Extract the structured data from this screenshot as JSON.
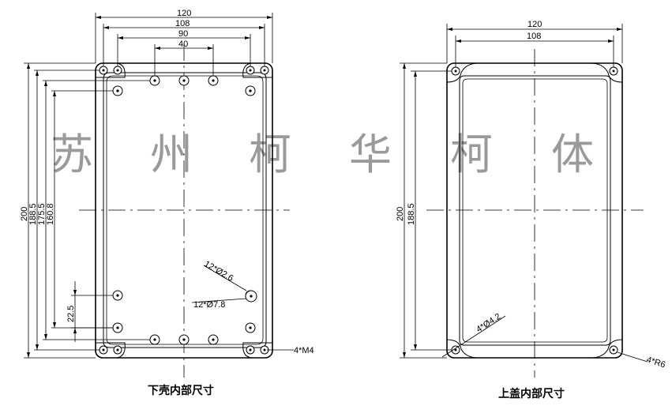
{
  "watermark": {
    "chars": [
      "苏",
      "州",
      "柯",
      "华",
      "柯",
      "体"
    ]
  },
  "bottom_shell": {
    "caption": "下壳内部尺寸",
    "dims": {
      "w120": "120",
      "w108": "108",
      "w90": "90",
      "w40": "40",
      "h200": "200",
      "h188_5": "188.5",
      "h175_5": "175.5",
      "h160_8": "160.8",
      "h22_5": "22.5"
    },
    "notes": {
      "hole_small": "12*Ø2.6",
      "hole_boss": "12*Ø7.8",
      "screw": "4*M4"
    }
  },
  "top_lid": {
    "caption": "上盖内部尺寸",
    "dims": {
      "w120": "120",
      "w108": "108",
      "h200": "200",
      "h188_5": "188.5"
    },
    "notes": {
      "hole": "4*Ø4.2",
      "radius": "4*R6"
    }
  }
}
